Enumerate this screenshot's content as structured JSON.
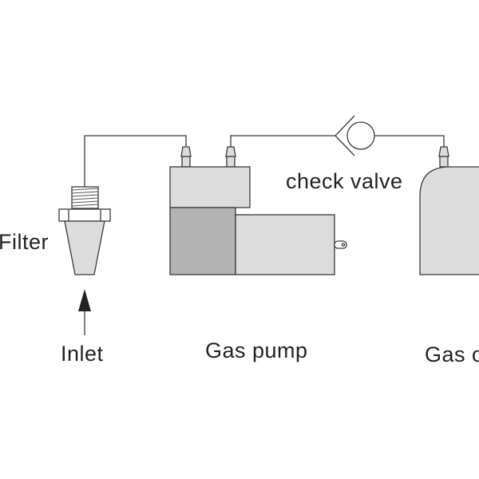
{
  "labels": {
    "filter": "Filter",
    "inlet": "Inlet",
    "gas_pump": "Gas pump",
    "check_valve": "check valve",
    "gas_outlet_partial": "Gas o"
  },
  "colors": {
    "light_fill": "#dcdcdc",
    "dark_fill": "#b3b3b3",
    "line": "#3a3a3a",
    "text": "#222222"
  }
}
